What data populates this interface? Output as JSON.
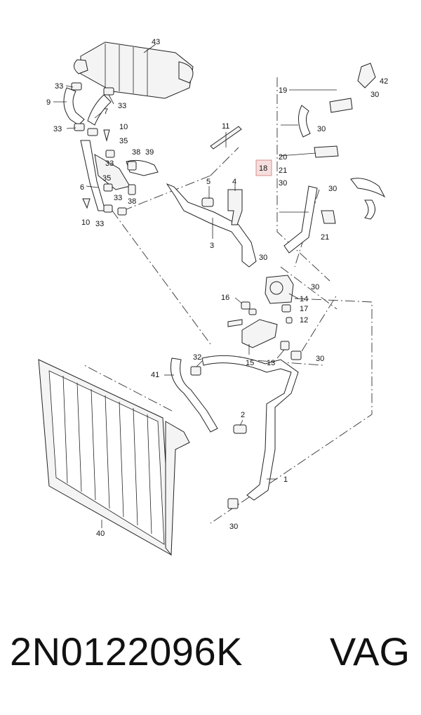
{
  "diagram": {
    "callouts": {
      "c43": "43",
      "c33a": "33",
      "c9": "9",
      "c33b": "33",
      "c7": "7",
      "c33c": "33",
      "c10a": "10",
      "c35a": "35",
      "c38a": "38",
      "c39": "39",
      "c33d": "33",
      "c6": "6",
      "c35b": "35",
      "c33e": "33",
      "c38b": "38",
      "c10b": "10",
      "c33f": "33",
      "c11": "11",
      "c5": "5",
      "c4": "4",
      "c3": "3",
      "c19": "19",
      "c42": "42",
      "c30a": "30",
      "c30b": "30",
      "c20": "20",
      "c18": "18",
      "c21a": "21",
      "c30c": "30",
      "c30d": "30",
      "c21b": "21",
      "c30e": "30",
      "c30f": "30",
      "c14": "14",
      "c16": "16",
      "c17": "17",
      "c12": "12",
      "c15": "15",
      "c13": "13",
      "c30g": "30",
      "c41": "41",
      "c32": "32",
      "c2": "2",
      "c1": "1",
      "c40": "40",
      "c30h": "30"
    },
    "highlighted_callout": "18",
    "highlight_color": "#f6dede"
  },
  "footer": {
    "part_number": "2N0122096K",
    "brand": "VAG"
  }
}
